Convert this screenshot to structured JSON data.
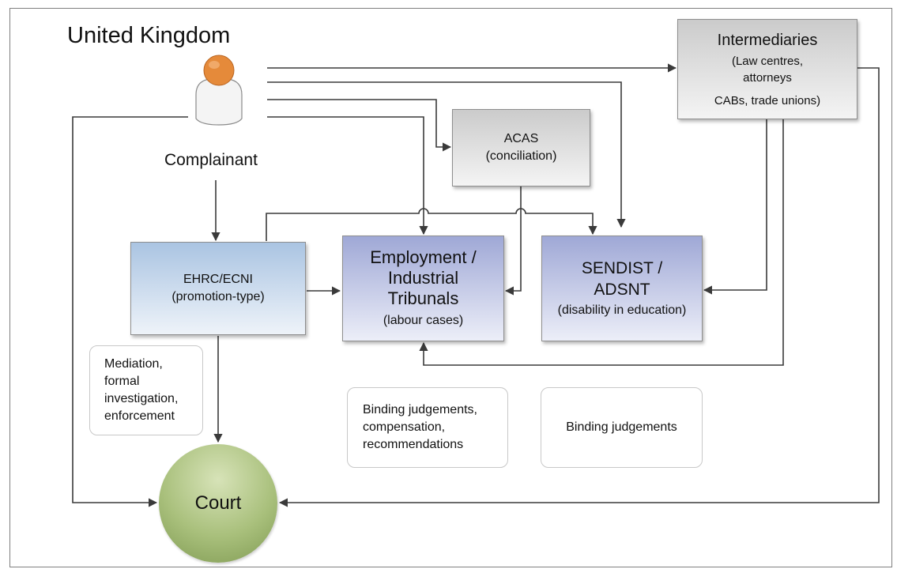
{
  "title": "United Kingdom",
  "complainant": {
    "label": "Complainant"
  },
  "nodes": {
    "intermediaries": {
      "title": "Intermediaries",
      "line1": "(Law centres,",
      "line2": "attorneys",
      "line3": "CABs, trade unions)"
    },
    "acas": {
      "title": "ACAS",
      "subtitle": "(conciliation)"
    },
    "ehrc": {
      "title": "EHRC/ECNI",
      "subtitle": "(promotion-type)"
    },
    "tribunals": {
      "line1": "Employment /",
      "line2": "Industrial",
      "line3": "Tribunals",
      "subtitle": "(labour cases)"
    },
    "sendist": {
      "line1": "SENDIST /",
      "line2": "ADSNT",
      "subtitle": "(disability in education)"
    },
    "court": {
      "label": "Court"
    }
  },
  "notes": {
    "ehrc": [
      "Mediation,",
      "formal",
      "investigation,",
      "enforcement"
    ],
    "tribunals": [
      "Binding judgements,",
      "compensation,",
      "recommendations"
    ],
    "sendist": [
      "Binding judgements"
    ]
  },
  "colors": {
    "gray_box": "#d9d9d9",
    "ehrc_box": "#b8cfe8",
    "tribunal_box": "#aab2dd",
    "court": "#a9c07c",
    "person_head": "#e58a3a",
    "connector": "#3a3a3a"
  }
}
